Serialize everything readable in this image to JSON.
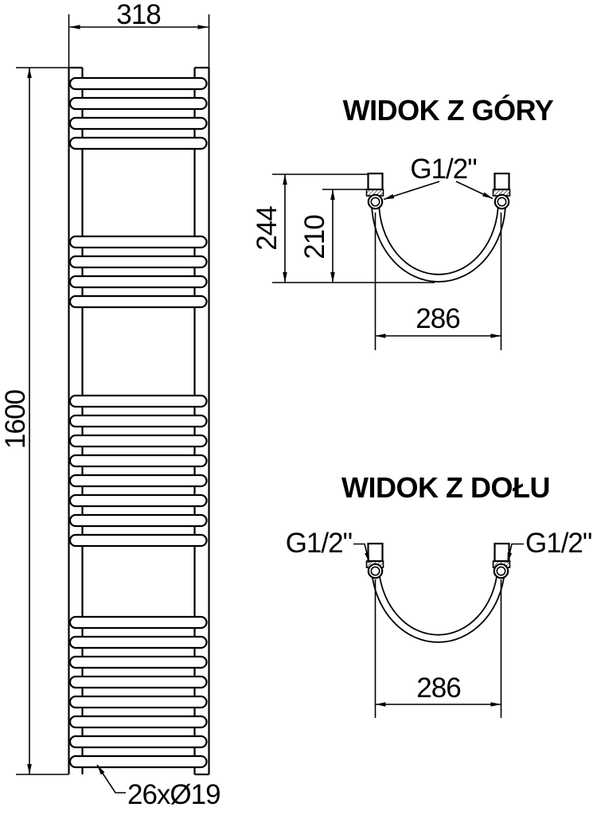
{
  "front_view": {
    "width_mm": "318",
    "height_mm": "1600",
    "tubes_label": "26xØ19"
  },
  "top_view": {
    "title": "WIDOK Z GÓRY",
    "connection": "G1/2\"",
    "depth_total_mm": "244",
    "depth_axis_mm": "210",
    "spacing_mm": "286"
  },
  "bottom_view": {
    "title": "WIDOK Z DOŁU",
    "connection_left": "G1/2\"",
    "connection_right": "G1/2\"",
    "spacing_mm": "286"
  },
  "colors": {
    "line": "#000000",
    "background": "#ffffff"
  }
}
